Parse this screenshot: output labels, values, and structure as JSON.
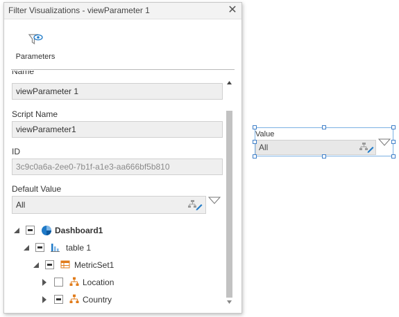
{
  "dialog": {
    "title": "Filter Visualizations - viewParameter 1",
    "close_symbol": "✕",
    "toolbar": {
      "parameters_label": "Parameters",
      "parameters_icon": "filter-eye-icon"
    }
  },
  "form": {
    "name_label": "Name",
    "name_value": "viewParameter 1",
    "script_name_label": "Script Name",
    "script_name_value": "viewParameter1",
    "id_label": "ID",
    "id_value": "3c9c0a6a-2ee0-7b1f-a1e3-aa666bf5b810",
    "default_value_label": "Default Value",
    "default_value": "All",
    "default_value_icon": "hierarchy-edit-icon"
  },
  "tree": [
    {
      "label": "Dashboard1",
      "icon": "dashboard-icon",
      "state": "partial",
      "expanded": true,
      "bold": true
    },
    {
      "label": "table 1",
      "icon": "bar-chart-icon",
      "state": "partial",
      "expanded": true
    },
    {
      "label": "MetricSet1",
      "icon": "metricset-icon",
      "state": "partial",
      "expanded": true
    },
    {
      "label": "Location",
      "icon": "hierarchy-icon",
      "state": "unchecked",
      "expanded": false
    },
    {
      "label": "Country",
      "icon": "hierarchy-icon",
      "state": "partial",
      "expanded": false
    }
  ],
  "widget": {
    "label": "Value",
    "value": "All",
    "value_icon": "hierarchy-edit-icon"
  },
  "colors": {
    "accent": "#1f7ac8",
    "hierarchy_orange": "#e07b1a",
    "selection_border": "#3d7ec8"
  }
}
